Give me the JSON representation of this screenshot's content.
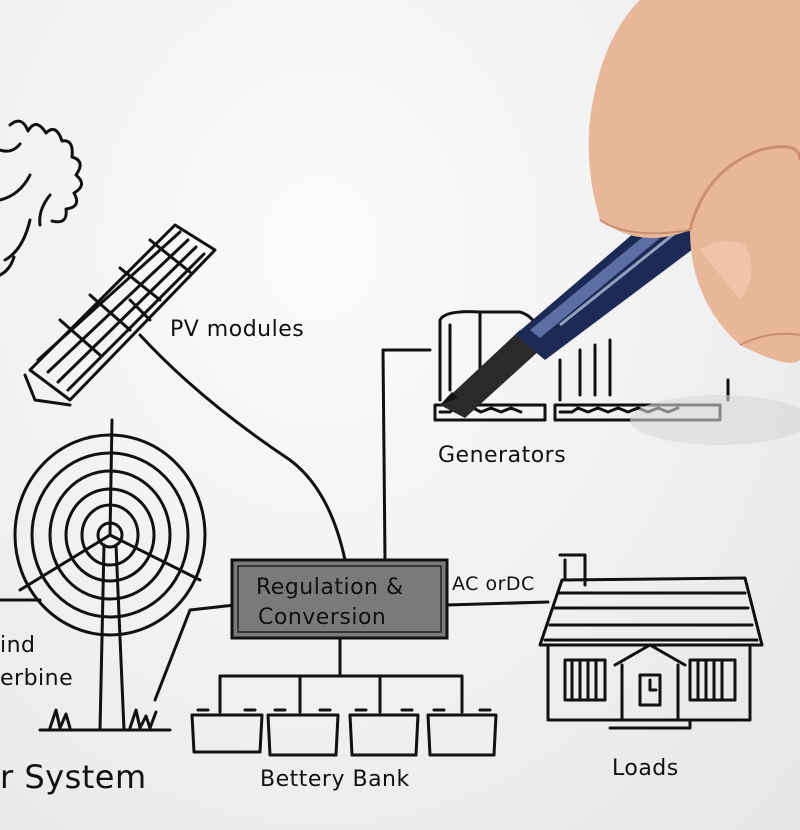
{
  "labels": {
    "pv_modules": "PV modules",
    "generators": "Generators",
    "regulation_line1": "Regulation &",
    "regulation_line2": "Conversion",
    "ac_dc": "AC orDC",
    "wind_line1": "ind",
    "wind_line2": "erbine",
    "battery_bank": "Bettery Bank",
    "loads": "Loads",
    "system": "r System"
  },
  "colors": {
    "ink": "#111111",
    "regulation_box": "#7a7a7a",
    "skin": "#e8b79a",
    "pen_body": "#1c2a55"
  },
  "icons": {
    "sun": "sun-icon",
    "pv": "solar-panel-icon",
    "wind": "wind-turbine-icon",
    "generators": "generator-icon",
    "battery": "battery-icon",
    "house": "house-icon",
    "hand": "hand-holding-pen"
  }
}
